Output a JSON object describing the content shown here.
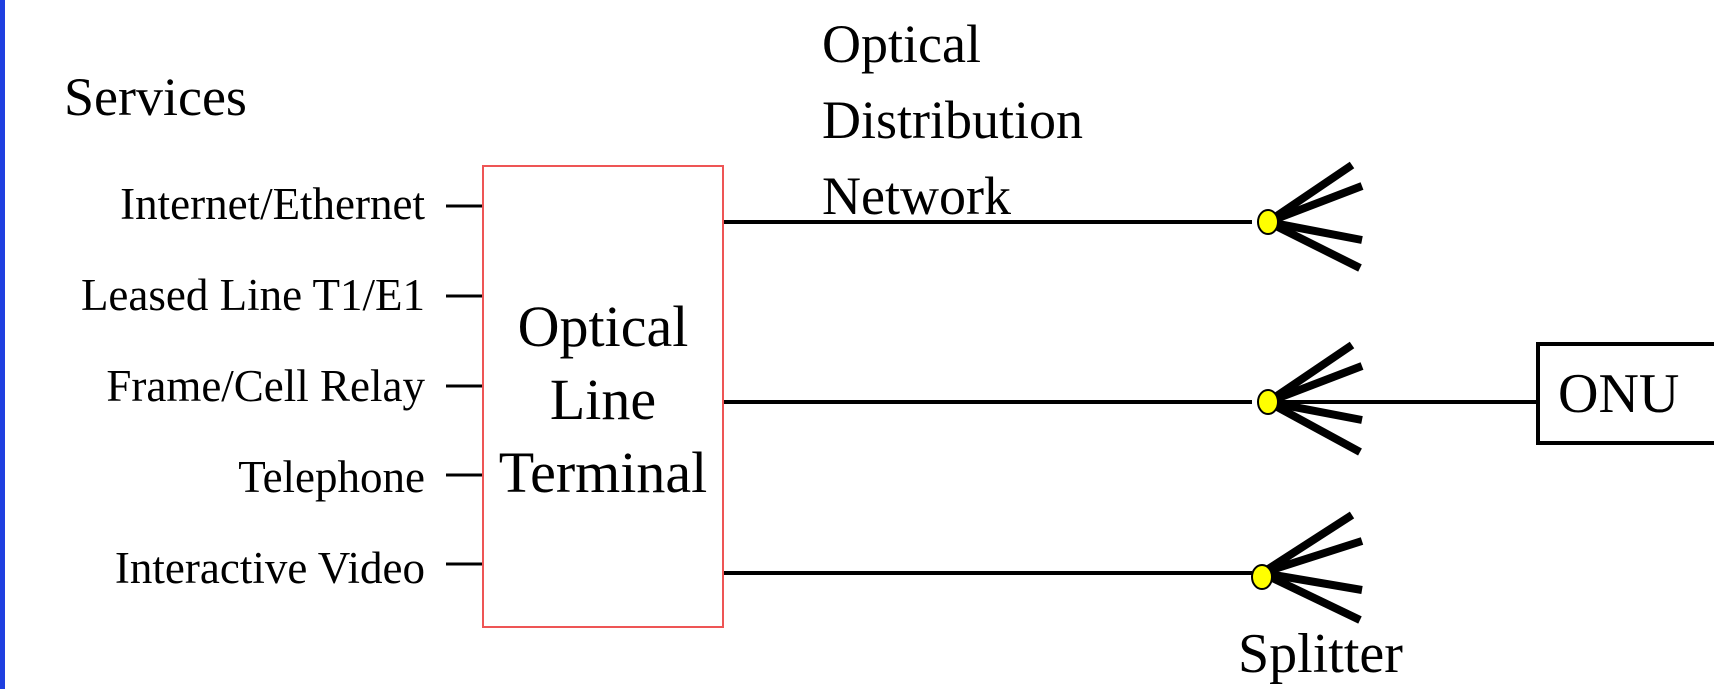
{
  "colors": {
    "edge_bar": "#1f3fe0",
    "olt_border": "#ee5555",
    "splitter_node": "#ffff00"
  },
  "header": {
    "services_title": "Services"
  },
  "services": [
    {
      "label": "Internet/Ethernet"
    },
    {
      "label": "Leased Line T1/E1"
    },
    {
      "label": "Frame/Cell Relay"
    },
    {
      "label": "Telephone"
    },
    {
      "label": "Interactive Video"
    }
  ],
  "olt": {
    "lines": [
      "Optical",
      "Line",
      "Terminal"
    ]
  },
  "odn": {
    "lines": [
      "Optical",
      "Distribution",
      "Network"
    ]
  },
  "onu": {
    "label": "ONU"
  },
  "splitter": {
    "label": "Splitter"
  }
}
